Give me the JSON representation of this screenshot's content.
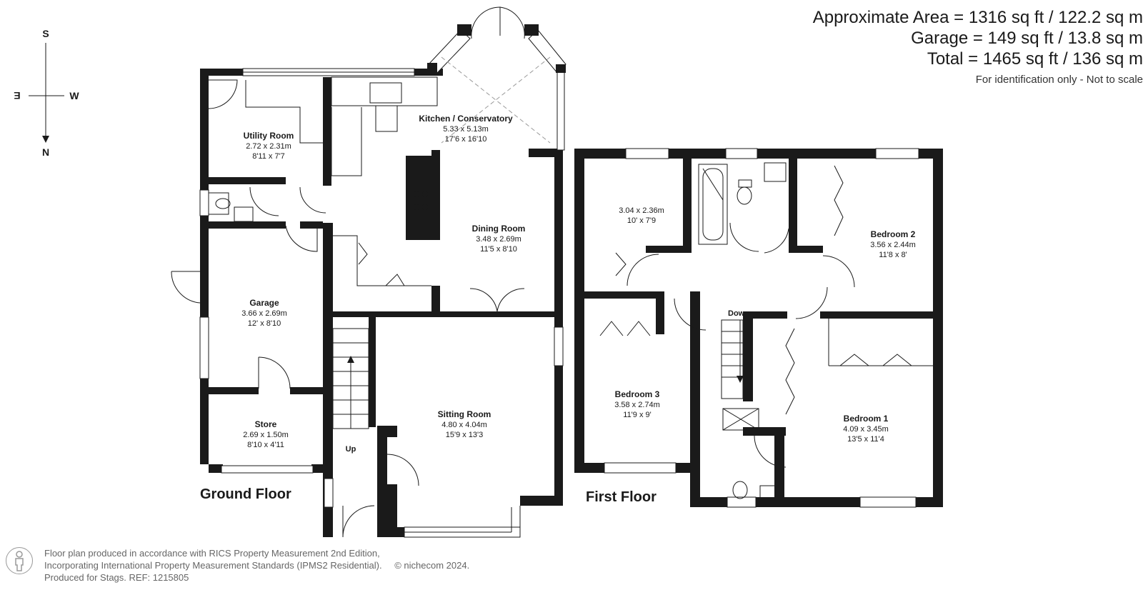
{
  "compass": {
    "north": "N",
    "south": "S",
    "east": "E",
    "west": "W"
  },
  "area": {
    "approximate": "Approximate Area = 1316 sq ft / 122.2 sq m",
    "garage": "Garage = 149 sq ft / 13.8 sq m",
    "total": "Total = 1465 sq ft / 136 sq m",
    "note": "For identification only - Not to scale"
  },
  "floors": {
    "ground_label": "Ground Floor",
    "first_label": "First Floor"
  },
  "rooms": {
    "kitchen": {
      "name": "Kitchen / Conservatory",
      "metric": "5.33 x 5.13m",
      "imperial": "17'6 x 16'10"
    },
    "utility": {
      "name": "Utility Room",
      "metric": "2.72 x 2.31m",
      "imperial": "8'11 x 7'7"
    },
    "dining": {
      "name": "Dining Room",
      "metric": "3.48 x 2.69m",
      "imperial": "11'5 x 8'10"
    },
    "garage": {
      "name": "Garage",
      "metric": "3.66 x 2.69m",
      "imperial": "12' x 8'10"
    },
    "store": {
      "name": "Store",
      "metric": "2.69 x 1.50m",
      "imperial": "8'10 x 4'11"
    },
    "sitting": {
      "name": "Sitting Room",
      "metric": "4.80 x 4.04m",
      "imperial": "15'9 x 13'3"
    },
    "room_ff": {
      "metric": "3.04 x 2.36m",
      "imperial": "10' x 7'9"
    },
    "bedroom2": {
      "name": "Bedroom 2",
      "metric": "3.56 x 2.44m",
      "imperial": "11'8 x 8'"
    },
    "bedroom3": {
      "name": "Bedroom 3",
      "metric": "3.58 x 2.74m",
      "imperial": "11'9 x 9'"
    },
    "bedroom1": {
      "name": "Bedroom 1",
      "metric": "4.09 x 3.45m",
      "imperial": "13'5 x 11'4"
    }
  },
  "stairs": {
    "up": "Up",
    "down": "Down"
  },
  "footer": {
    "line1": "Floor plan produced in accordance with RICS Property Measurement 2nd Edition,",
    "line2": "Incorporating International Property Measurement Standards (IPMS2 Residential).",
    "copyright": "© nichecom 2024.",
    "line3": "Produced for Stags.   REF: 1215805"
  }
}
